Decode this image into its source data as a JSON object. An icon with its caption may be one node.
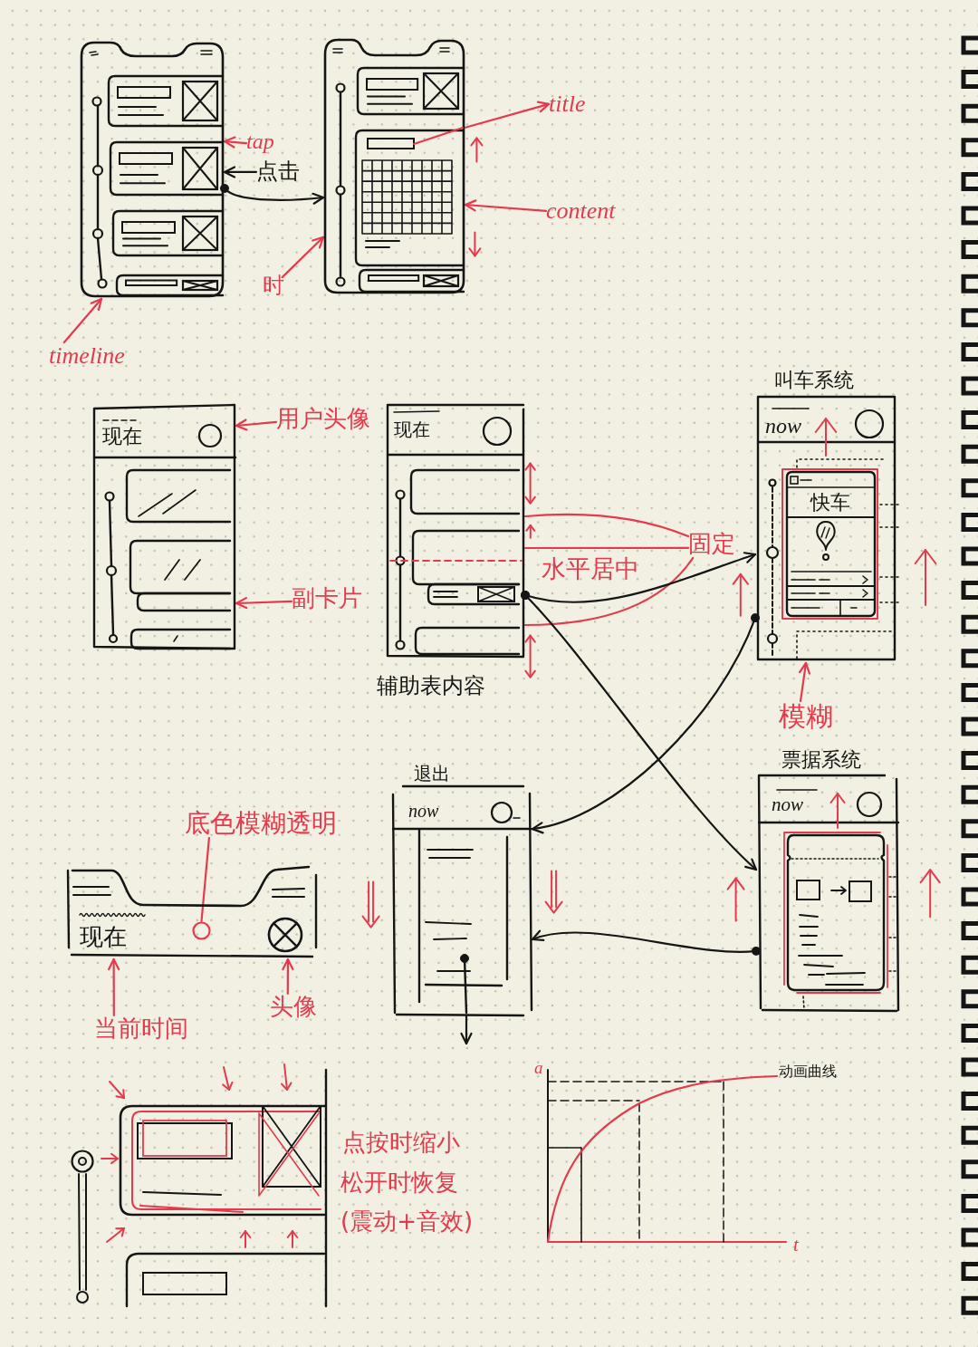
{
  "diagram": {
    "nodes": [
      {
        "text": [],
        "shape": "box"
      },
      {
        "text": [],
        "shape": "box"
      },
      {
        "text": [
          "tap"
        ]
      },
      {
        "text": [
          "点击"
        ]
      },
      {
        "text": [
          "title"
        ]
      },
      {
        "text": [
          "content"
        ]
      },
      {
        "text": [
          "时"
        ]
      },
      {
        "text": [
          "timeline"
        ]
      },
      {
        "text": [
          "现在"
        ]
      },
      {
        "text": [
          "用户头像"
        ]
      },
      {
        "text": [
          "副卡片"
        ]
      },
      {
        "text": [
          "现在"
        ],
        "beside": [
          "辅助表内容"
        ]
      },
      {
        "text": [
          "固定"
        ]
      },
      {
        "text": [
          "叫车系统",
          "now"
        ]
      },
      {
        "text": [
          "快车"
        ],
        "in": 13
      },
      {
        "text": [
          "模糊"
        ]
      },
      {
        "text": [
          "退出",
          "now"
        ]
      },
      {
        "text": [
          "票据系统",
          "now"
        ]
      },
      {
        "text": [
          "底色模糊透明"
        ]
      },
      {
        "text": [
          "现在"
        ]
      },
      {
        "text": [],
        "shape": "circle",
        "in": 19
      },
      {
        "text": [
          "当前时间"
        ]
      },
      {
        "text": [
          "头像"
        ]
      },
      {
        "text": [],
        "shape": "circle"
      }
    ],
    "edges": [
      {
        "from": 0,
        "to": 1,
        "arrow": "to",
        "color": "#151515"
      },
      {
        "from": 2,
        "to": 0,
        "arrow": "to"
      },
      {
        "from": 3,
        "to": 0,
        "arrow": "to",
        "color": "#151515"
      },
      {
        "from": 1,
        "to": 4,
        "arrow": "to"
      },
      {
        "from": 5,
        "to": 1,
        "arrow": "to"
      },
      {
        "from": 6,
        "to": 1,
        "arrow": "to"
      },
      {
        "from": 7,
        "to": 0,
        "arrow": "to"
      },
      {
        "from": 9,
        "to": 8,
        "arrow": "to"
      },
      {
        "from": 10,
        "to": 8,
        "arrow": "to"
      },
      {
        "from": 12,
        "to": 11,
        "arrow": "none"
      },
      {
        "from": 12,
        "to": 11,
        "arrow": "none"
      },
      {
        "from": 12,
        "to": 11,
        "arrow": "none"
      },
      {
        "from": 11,
        "to": 13,
        "arrow": "to",
        "color": "#151515"
      },
      {
        "from": 11,
        "to": 17,
        "arrow": "to",
        "color": "#151515"
      },
      {
        "from": 13,
        "to": 16,
        "arrow": "to",
        "color": "#151515"
      },
      {
        "from": 17,
        "to": 16,
        "arrow": "to",
        "color": "#151515"
      },
      {
        "from": 16,
        "to": null,
        "arrow": "to",
        "color": "#151515"
      },
      {
        "from": 15,
        "to": 13,
        "arrow": "to"
      },
      {
        "from": 18,
        "to": 20,
        "arrow": "none"
      },
      {
        "from": 21,
        "to": 19,
        "arrow": "to"
      },
      {
        "from": 22,
        "to": 19,
        "arrow": "to"
      }
    ],
    "labels": [
      "水平居中",
      "点按时缩小",
      "松开时恢复",
      "(震动+音效)",
      "动画曲线",
      "a",
      "t"
    ]
  }
}
